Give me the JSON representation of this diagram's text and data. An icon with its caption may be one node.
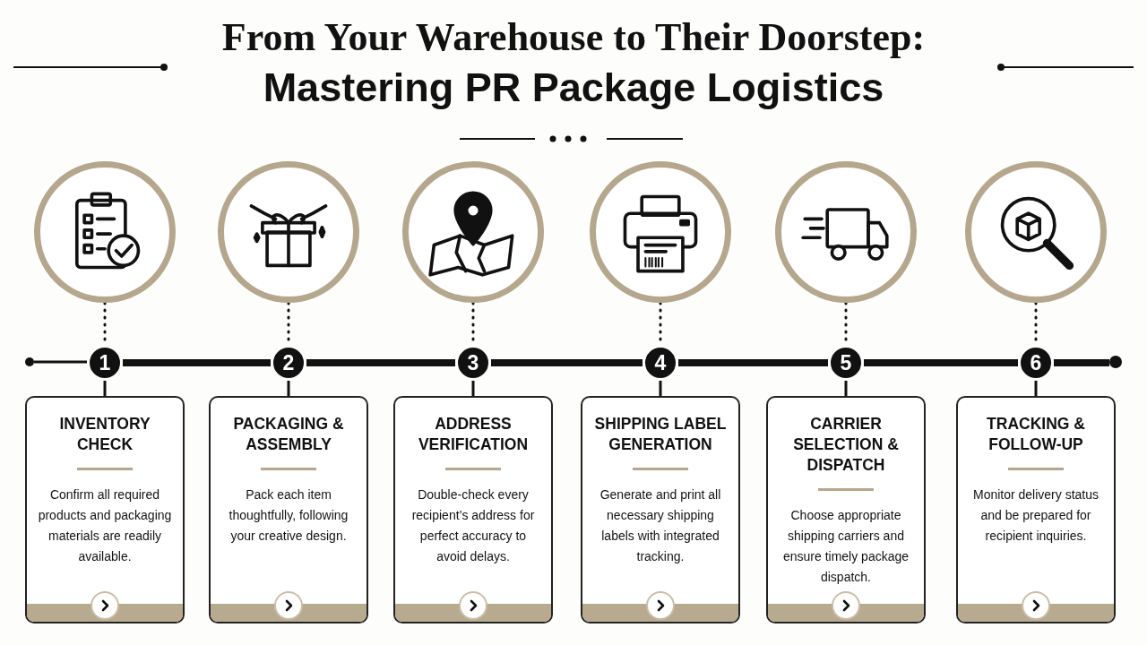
{
  "diagram": {
    "title": "From Your Warehouse to Their Doorstep: **Mastering PR Package Logistics**",
    "nodes": [
      {
        "text": [],
        "shape": "circle"
      },
      {
        "text": [],
        "shape": "circle"
      },
      {
        "text": [
          "1"
        ]
      },
      {
        "text": [
          "INVENTORY CHECK",
          "Confirm all required products and packaging materials are readily available."
        ]
      },
      {
        "text": [],
        "shape": "circle"
      },
      {
        "text": [
          "2"
        ]
      },
      {
        "text": [
          "PACKAGING & ASSEMBLY",
          "Pack each item thoughtfully, following your creative design."
        ]
      },
      {
        "text": [],
        "shape": "circle"
      },
      {
        "text": [
          "3"
        ]
      },
      {
        "text": [
          "ADDRESS VERIFICATION",
          "Double-check every recipient’s address for perfect accuracy to avoid delays."
        ]
      },
      {
        "text": [],
        "shape": "circle"
      },
      {
        "text": [
          "4"
        ]
      },
      {
        "text": [
          "SHIPPING LABEL GENERATION",
          "Generate and print all necessary shipping labels with integrated tracking."
        ]
      },
      {
        "text": [],
        "shape": "circle"
      },
      {
        "text": [
          "5"
        ]
      },
      {
        "text": [
          "CARRIER SELECTION & DISPATCH",
          "Choose appropriate shipping carriers and ensure timely package dispatch."
        ]
      },
      {
        "text": [],
        "shape": "circle"
      },
      {
        "text": [
          "6"
        ]
      },
      {
        "text": [
          "TRACKING & FOLLOW-UP",
          "Monitor delivery status and be prepared for recipient inquiries."
        ]
      },
      {
        "text": [],
        "shape": "circle"
      }
    ],
    "edges": [
      {
        "from": 0,
        "to": 2,
        "arrow": "none"
      },
      {
        "from": 1,
        "to": 2,
        "arrow": "none",
        "style": "dashed"
      },
      {
        "from": 2,
        "to": 3,
        "arrow": "none"
      },
      {
        "from": 2,
        "to": 5,
        "arrow": "none",
        "style": "thick"
      },
      {
        "from": 4,
        "to": 5,
        "arrow": "none",
        "style": "dashed"
      },
      {
        "from": 5,
        "to": 6,
        "arrow": "none"
      },
      {
        "from": 5,
        "to": 8,
        "arrow": "none",
        "style": "thick"
      },
      {
        "from": 7,
        "to": 8,
        "arrow": "none",
        "style": "dashed"
      },
      {
        "from": 8,
        "to": 9,
        "arrow": "none"
      },
      {
        "from": 8,
        "to": 11,
        "arrow": "none",
        "style": "thick"
      },
      {
        "from": 10,
        "to": 11,
        "arrow": "none",
        "style": "dashed"
      },
      {
        "from": 11,
        "to": 12,
        "arrow": "none"
      },
      {
        "from": 11,
        "to": 14,
        "arrow": "none",
        "style": "thick"
      },
      {
        "from": 13,
        "to": 14,
        "arrow": "none",
        "style": "dashed"
      },
      {
        "from": 14,
        "to": 15,
        "arrow": "none"
      },
      {
        "from": 14,
        "to": 17,
        "arrow": "none",
        "style": "thick"
      },
      {
        "from": 16,
        "to": 17,
        "arrow": "none",
        "style": "dashed"
      },
      {
        "from": 17,
        "to": 18,
        "arrow": "none"
      },
      {
        "from": 17,
        "to": 19,
        "arrow": "none",
        "style": "thick"
      }
    ]
  }
}
